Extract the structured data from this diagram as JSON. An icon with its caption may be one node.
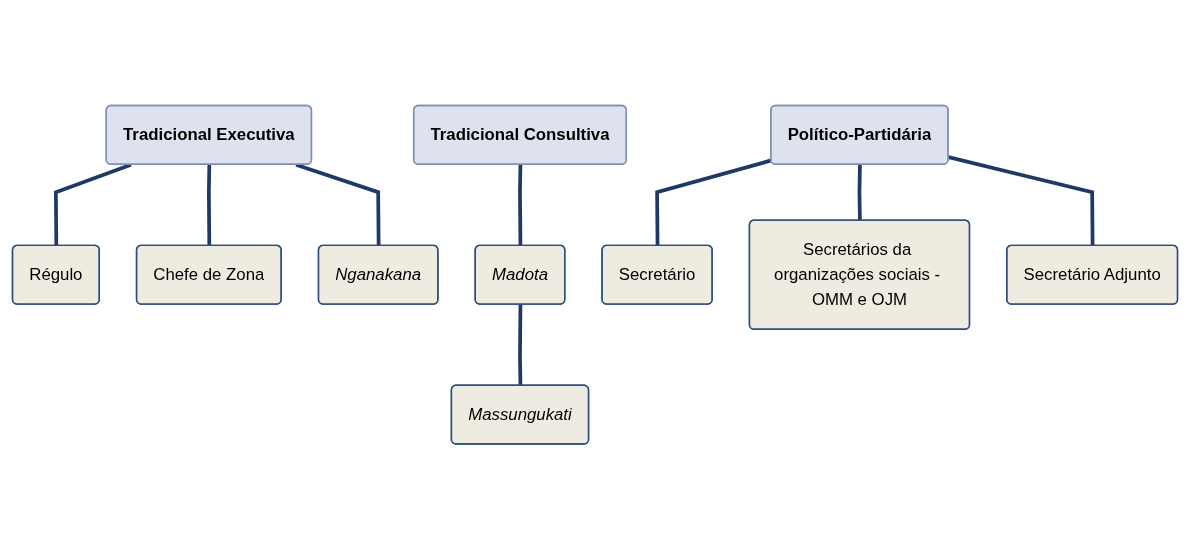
{
  "diagram": {
    "nodes": [
      {
        "text": [
          "Tradicional Executiva"
        ]
      },
      {
        "text": [
          "Régulo"
        ]
      },
      {
        "text": [
          "Chefe de Zona"
        ]
      },
      {
        "text": [
          "Nganakana"
        ]
      },
      {
        "text": [
          "Tradicional Consultiva"
        ]
      },
      {
        "text": [
          "Madota"
        ]
      },
      {
        "text": [
          "Massungukati"
        ]
      },
      {
        "text": [
          "Político-Partidária"
        ]
      },
      {
        "text": [
          "Secretário"
        ]
      },
      {
        "text": [
          "Secretários da organizações sociais - OMM e OJM"
        ]
      },
      {
        "text": [
          "Secretário Adjunto"
        ]
      }
    ],
    "edges": [
      {
        "from": 0,
        "to": 1,
        "arrow": "none"
      },
      {
        "from": 0,
        "to": 2,
        "arrow": "none"
      },
      {
        "from": 0,
        "to": 3,
        "arrow": "none"
      },
      {
        "from": 4,
        "to": 5,
        "arrow": "none"
      },
      {
        "from": 5,
        "to": 6,
        "arrow": "none"
      },
      {
        "from": 7,
        "to": 8,
        "arrow": "none"
      },
      {
        "from": 7,
        "to": 9,
        "arrow": "none"
      },
      {
        "from": 7,
        "to": 10,
        "arrow": "none"
      }
    ]
  }
}
